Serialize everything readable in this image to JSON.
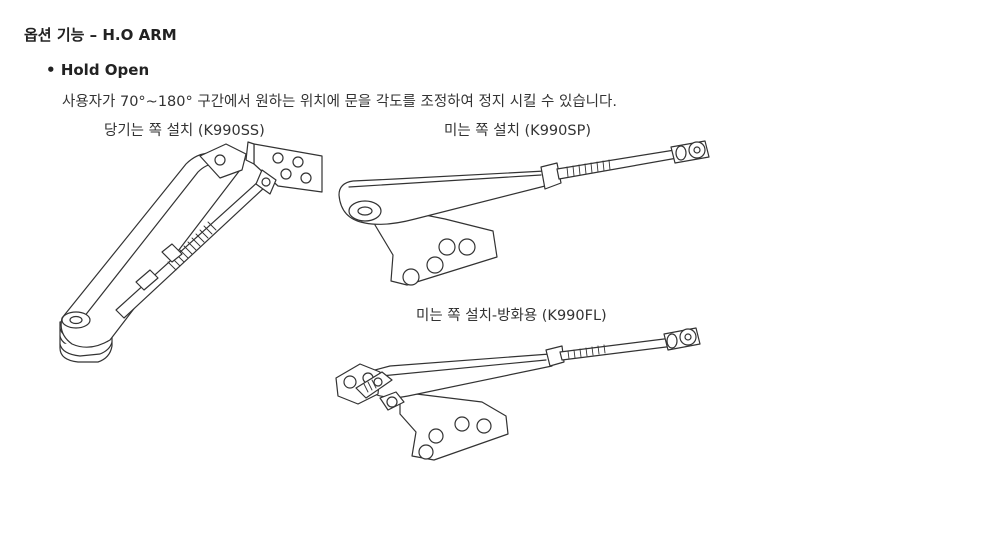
{
  "section": {
    "title": "옵션 기능 – H.O ARM"
  },
  "feature": {
    "bullet": "•",
    "name": "Hold Open",
    "description": "사용자가 70°~180° 구간에서 원하는 위치에 문을 각도를 조정하여 정지 시킬 수 있습니다."
  },
  "figures": [
    {
      "caption": "당기는 쪽 설치 (K990SS)"
    },
    {
      "caption": "미는 쪽 설치 (K990SP)"
    },
    {
      "caption": "미는 쪽 설치-방화용 (K990FL)"
    }
  ]
}
